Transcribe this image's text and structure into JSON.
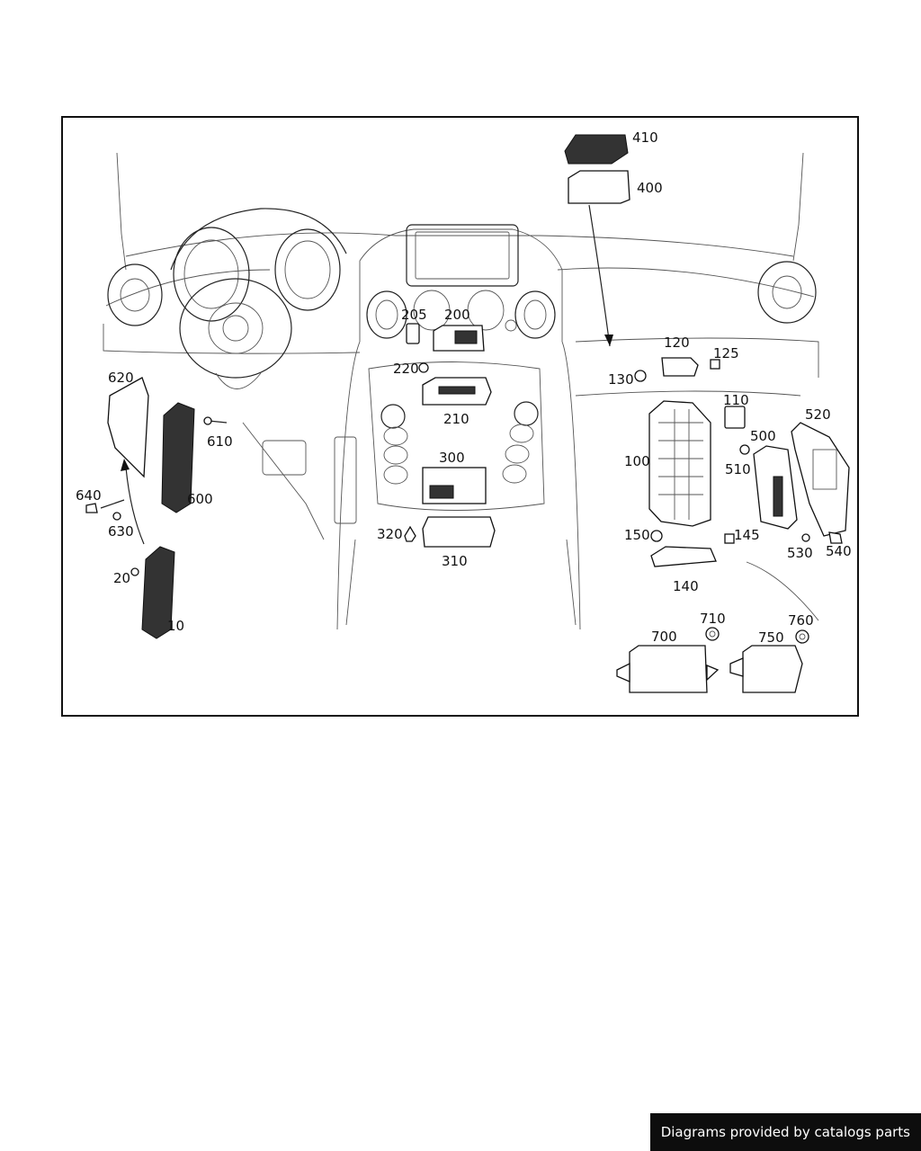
{
  "footer": {
    "credit": "Diagrams provided by catalogs parts"
  },
  "callouts": [
    {
      "id": "c410",
      "text": "410"
    },
    {
      "id": "c400",
      "text": "400"
    },
    {
      "id": "c205",
      "text": "205"
    },
    {
      "id": "c200",
      "text": "200"
    },
    {
      "id": "c220",
      "text": "220"
    },
    {
      "id": "c210",
      "text": "210"
    },
    {
      "id": "c300",
      "text": "300"
    },
    {
      "id": "c320",
      "text": "320"
    },
    {
      "id": "c310",
      "text": "310"
    },
    {
      "id": "c620",
      "text": "620"
    },
    {
      "id": "c610",
      "text": "610"
    },
    {
      "id": "c600",
      "text": "600"
    },
    {
      "id": "c640",
      "text": "640"
    },
    {
      "id": "c630",
      "text": "630"
    },
    {
      "id": "c20",
      "text": "20"
    },
    {
      "id": "c10",
      "text": "10"
    },
    {
      "id": "c120",
      "text": "120"
    },
    {
      "id": "c125",
      "text": "125"
    },
    {
      "id": "c130",
      "text": "130"
    },
    {
      "id": "c110",
      "text": "110"
    },
    {
      "id": "c520",
      "text": "520"
    },
    {
      "id": "c500",
      "text": "500"
    },
    {
      "id": "c100",
      "text": "100"
    },
    {
      "id": "c510",
      "text": "510"
    },
    {
      "id": "c150",
      "text": "150"
    },
    {
      "id": "c145",
      "text": "145"
    },
    {
      "id": "c530",
      "text": "530"
    },
    {
      "id": "c540",
      "text": "540"
    },
    {
      "id": "c140",
      "text": "140"
    },
    {
      "id": "c710",
      "text": "710"
    },
    {
      "id": "c760",
      "text": "760"
    },
    {
      "id": "c700",
      "text": "700"
    },
    {
      "id": "c750",
      "text": "750"
    }
  ]
}
